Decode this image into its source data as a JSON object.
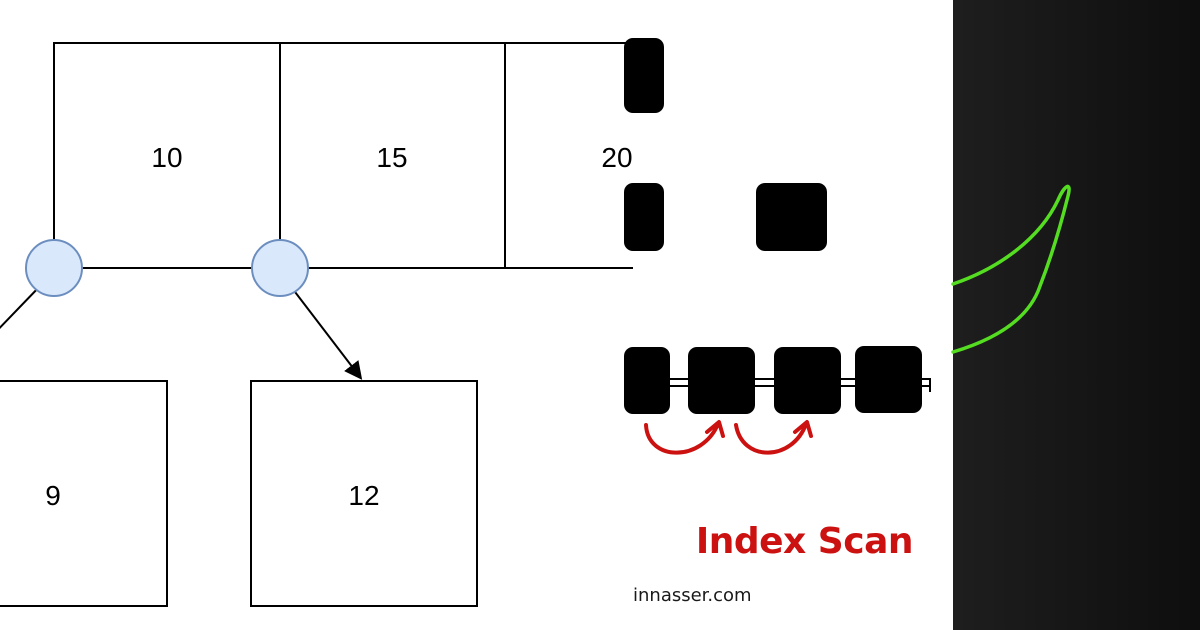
{
  "tree": {
    "root_keys": [
      "10",
      "15",
      "20"
    ],
    "child_keys": [
      "9",
      "12"
    ]
  },
  "index_scan": {
    "title": "Index Scan",
    "title_color": "#cc1111",
    "arrow_color": "#cc1111",
    "block_color": "#000000"
  },
  "footer": {
    "site": "innasser.com"
  },
  "colors": {
    "pointer_fill": "#dae8fc",
    "pointer_stroke": "#6c8ebf",
    "line_color": "#000000",
    "dark_panel": "#151515",
    "accent_green": "#55dd22"
  }
}
